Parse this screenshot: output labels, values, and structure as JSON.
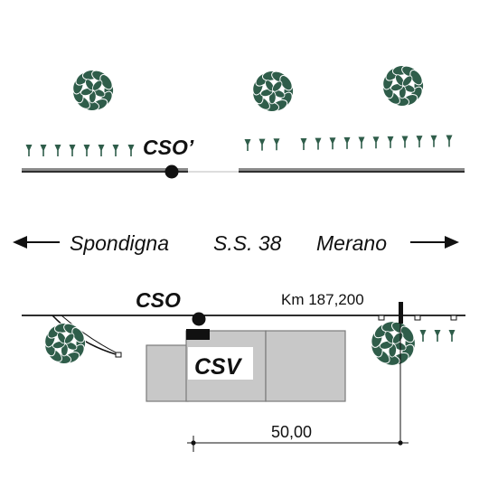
{
  "labels": {
    "cso_prime": "CSO’",
    "cso": "CSO",
    "csv": "CSV",
    "west": "Spondigna",
    "road": "S.S. 38",
    "east": "Merano",
    "km": "Km 187,200",
    "dimension": "50,00"
  },
  "colors": {
    "tree_fill": "#2f5d4a",
    "tree_stroke": "#ffffff",
    "tick": "#2f5d4a",
    "line": "#111111",
    "gray_band": "#8a8a8a",
    "building_fill": "#c8c8c8",
    "building_stroke": "#7a7a7a"
  },
  "icons": {
    "tree": "tree-icon",
    "grass_tick": "grass-tick-icon",
    "node": "node-dot-icon",
    "arrow_left": "arrow-left-icon",
    "arrow_right": "arrow-right-icon"
  }
}
